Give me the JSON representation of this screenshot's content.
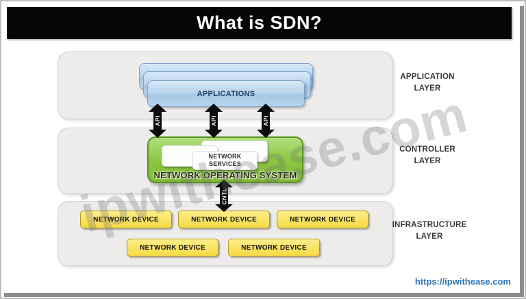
{
  "title": "What is SDN?",
  "watermark": "ipwithease.com",
  "footer": {
    "url": "https://ipwithease.com"
  },
  "application_layer": {
    "label_line1": "APPLICATION",
    "label_line2": "LAYER",
    "app_box_label": "APPLICATIONS"
  },
  "controller_layer": {
    "label_line1": "CONTROLLER",
    "label_line2": "LAYER",
    "nos_label": "NETWORK OPERATING SYSTEM",
    "services_line1": "NETWORK",
    "services_line2": "SERVICES"
  },
  "infrastructure_layer": {
    "label_line1": "INFRASTRUCTURE",
    "label_line2": "LAYER",
    "devices": [
      "NETWORK DEVICE",
      "NETWORK DEVICE",
      "NETWORK DEVICE",
      "NETWORK DEVICE",
      "NETWORK DEVICE"
    ]
  },
  "arrows": {
    "api": [
      "API",
      "API",
      "API"
    ],
    "cntl": "CNTL"
  },
  "colors": {
    "title_bg": "#060606",
    "title_text": "#ffffff",
    "layer_panel": "#edecea",
    "applications_blue": "#b8d3ec",
    "nos_green": "#8cc63f",
    "device_yellow": "#f8da45",
    "arrow_black": "#0d0d0d",
    "url_blue": "#2e74b5",
    "watermark_gray": "#b5b5b5"
  }
}
